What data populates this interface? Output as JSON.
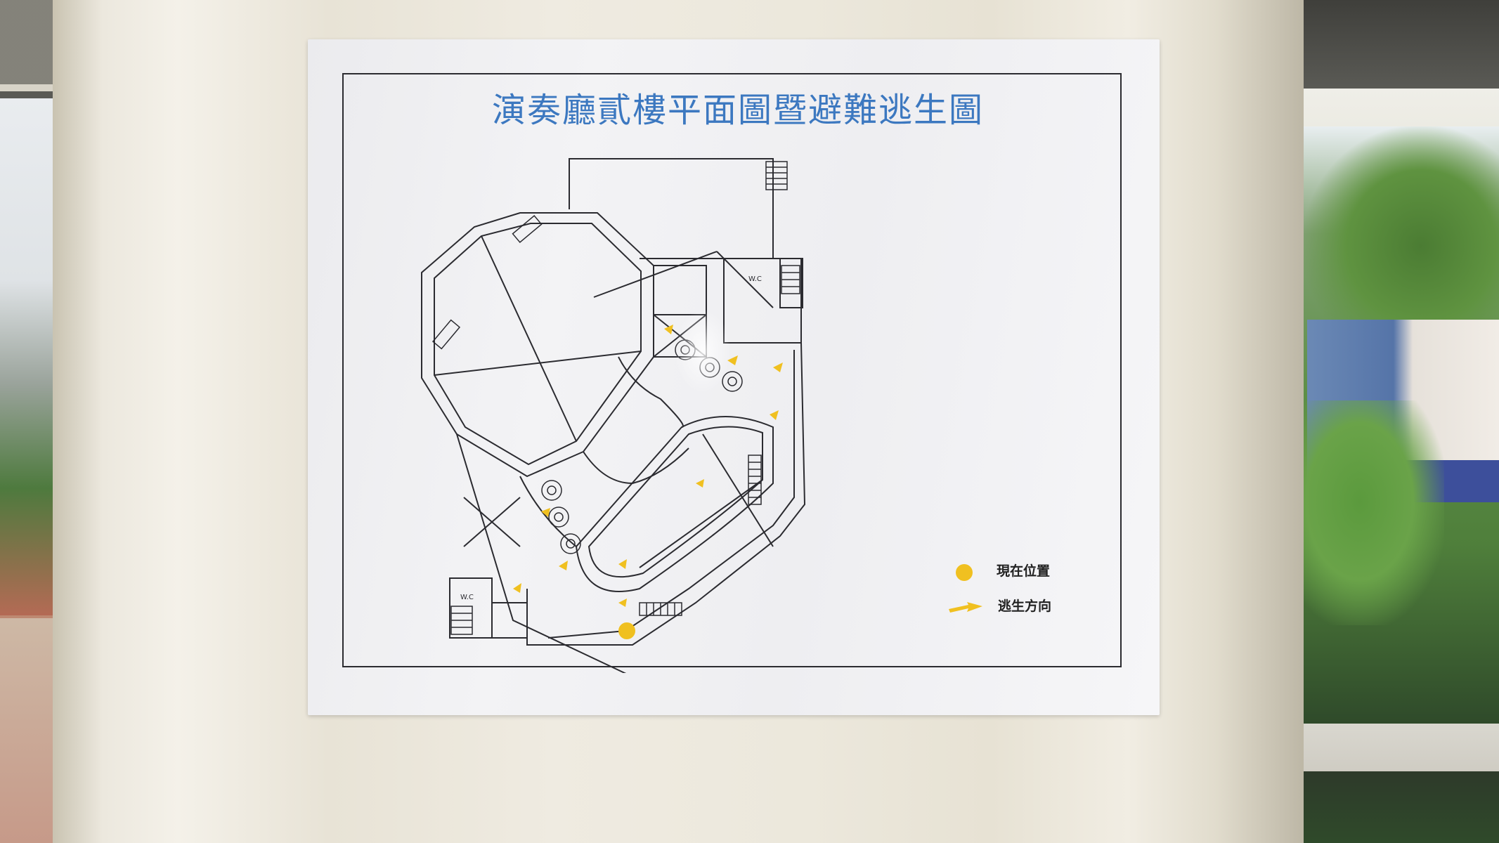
{
  "sign": {
    "title": "演奏廳貳樓平面圖暨避難逃生圖",
    "legend": [
      {
        "label": "現在位置",
        "symbol": "yellow-dot"
      },
      {
        "label": "逃生方向",
        "symbol": "yellow-arrow"
      }
    ],
    "plan_labels": {
      "wc_top": "W.C",
      "wc_bottom": "W.C"
    }
  },
  "colors": {
    "title": "#3c78c0",
    "marker": "#f0c020",
    "plan_line": "#2b2b30"
  }
}
